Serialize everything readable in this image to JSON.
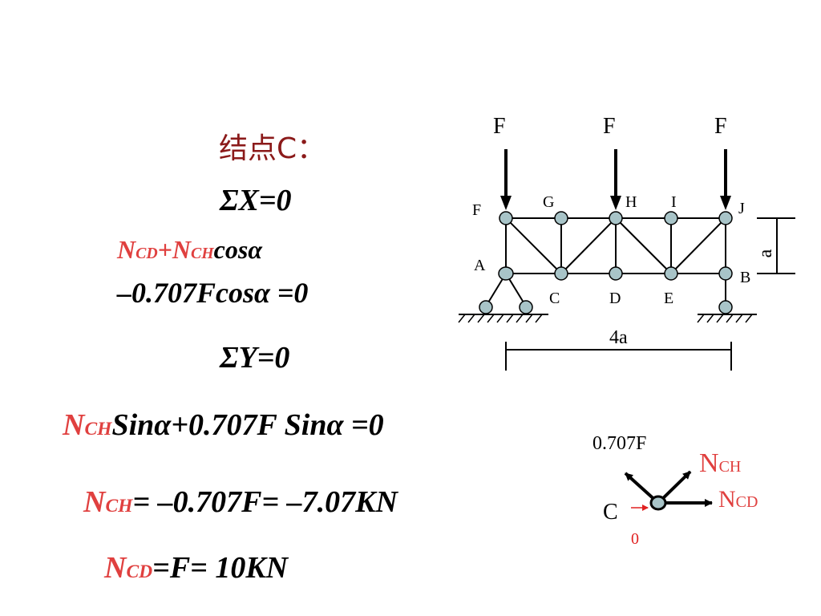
{
  "slide": {
    "title": "结点C：",
    "equations": {
      "sum_x": "ΣX=0",
      "ncd_n": "N",
      "ncd_sub": "CD",
      "plus": "+",
      "nch_n": "N",
      "nch_sub": "CH",
      "cos_term": "cosα",
      "line2": "–0.707Fcosα =0",
      "sum_y": "ΣY=0",
      "y_n": "N",
      "y_sub": "CH",
      "y_rest": "Sinα+0.707F Sinα =0",
      "r1_n": "N",
      "r1_sub": "CH",
      "r1_rest": "= –0.707F= –7.07KN",
      "r2_n": "N",
      "r2_sub": "CD",
      "r2_rest": "=F= 10KN"
    }
  },
  "truss": {
    "loads": [
      "F",
      "F",
      "F"
    ],
    "top_nodes": [
      "F",
      "G",
      "H",
      "I",
      "J"
    ],
    "bottom_nodes": [
      "A",
      "C",
      "D",
      "E",
      "B"
    ],
    "height_dim": "a",
    "span_dim": "4a"
  },
  "fbd": {
    "force_label": "0.707F",
    "nch_n": "N",
    "nch_sub": "CH",
    "ncd_n": "N",
    "ncd_sub": "CD",
    "node": "C",
    "zero": "0"
  },
  "colors": {
    "title": "#8b1a1a",
    "force_label": "#e0403f",
    "zero_label": "#e02020"
  }
}
